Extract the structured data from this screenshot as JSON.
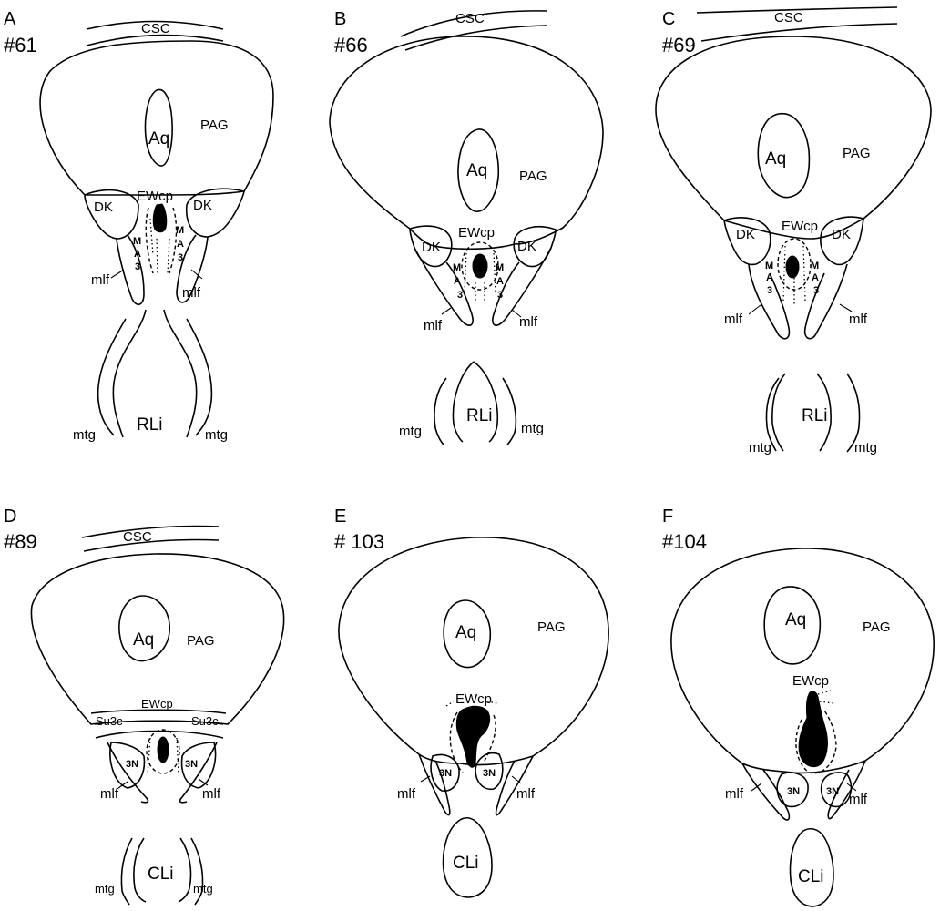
{
  "panels": [
    {
      "letter": "A",
      "number": "#61",
      "structures": {
        "csc": "CSC",
        "aq": "Aq",
        "pag": "PAG",
        "dk_left": "DK",
        "dk_right": "DK",
        "ewcp": "EWcp",
        "ma3_left": [
          "M",
          "A",
          "3"
        ],
        "ma3_right": [
          "M",
          "A",
          "3"
        ],
        "mlf_left": "mlf",
        "mlf_right": "mlf",
        "rli": "RLi",
        "mtg_left": "mtg",
        "mtg_right": "mtg"
      }
    },
    {
      "letter": "B",
      "number": "#66",
      "structures": {
        "csc": "CSC",
        "aq": "Aq",
        "pag": "PAG",
        "dk_left": "DK",
        "dk_right": "DK",
        "ewcp": "EWcp",
        "ma3_left": [
          "M",
          "A",
          "3"
        ],
        "ma3_right": [
          "M",
          "A",
          "3"
        ],
        "mlf_left": "mlf",
        "mlf_right": "mlf",
        "rli": "RLi",
        "mtg_left": "mtg",
        "mtg_right": "mtg"
      }
    },
    {
      "letter": "C",
      "number": "#69",
      "structures": {
        "csc": "CSC",
        "aq": "Aq",
        "pag": "PAG",
        "dk_left": "DK",
        "dk_right": "DK",
        "ewcp": "EWcp",
        "ma3_left": [
          "M",
          "A",
          "3"
        ],
        "ma3_right": [
          "M",
          "A",
          "3"
        ],
        "mlf_left": "mlf",
        "mlf_right": "mlf",
        "rli": "RLi",
        "mtg_left": "mtg",
        "mtg_right": "mtg"
      }
    },
    {
      "letter": "D",
      "number": "#89",
      "structures": {
        "csc": "CSC",
        "aq": "Aq",
        "pag": "PAG",
        "su3c_left": "Su3c",
        "su3c_right": "Su3c",
        "ewcp": "EWcp",
        "n3_left": "3N",
        "n3_right": "3N",
        "mlf_left": "mlf",
        "mlf_right": "mlf",
        "cli": "CLi",
        "mtg_left": "mtg",
        "mtg_right": "mtg"
      }
    },
    {
      "letter": "E",
      "number": "# 103",
      "structures": {
        "aq": "Aq",
        "pag": "PAG",
        "ewcp": "EWcp",
        "n3_left": "3N",
        "n3_right": "3N",
        "mlf_left": "mlf",
        "mlf_right": "mlf",
        "cli": "CLi"
      }
    },
    {
      "letter": "F",
      "number": "#104",
      "structures": {
        "aq": "Aq",
        "pag": "PAG",
        "ewcp": "EWcp",
        "n3_left": "3N",
        "n3_right": "3N",
        "mlf_left": "mlf",
        "mlf_right": "mlf",
        "cli": "CLi"
      }
    }
  ]
}
